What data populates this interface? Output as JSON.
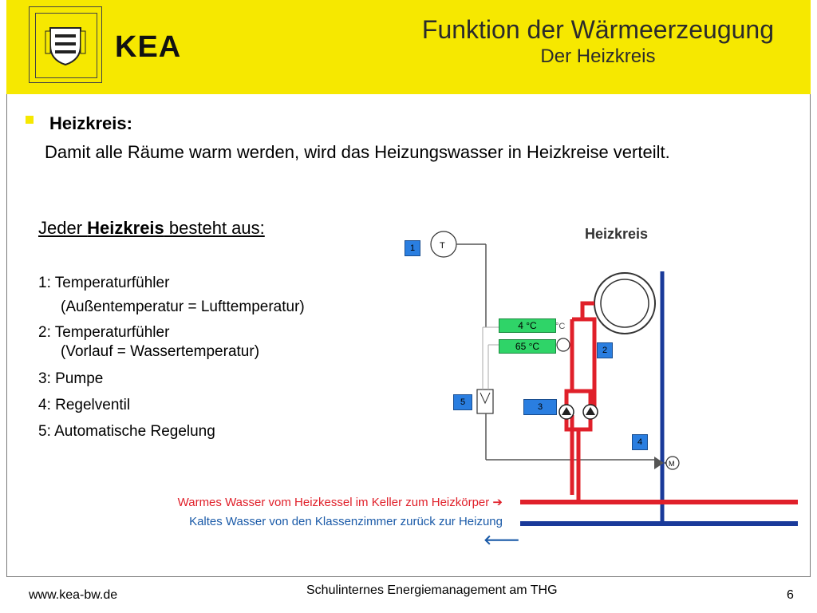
{
  "header": {
    "logo_text": "KEA",
    "title": "Funktion der Wärmeerzeugung",
    "subtitle": "Der Heizkreis"
  },
  "content": {
    "heading": "Heizkreis:",
    "intro": "Damit alle Räume warm werden, wird das Heizungswasser in Heizkreise verteilt.",
    "list_title_prefix": "Jeder ",
    "list_title_bold": "Heizkreis",
    "list_title_suffix": " besteht aus:",
    "items": [
      "1: Temperaturfühler",
      "(Außentemperatur =  Lufttemperatur)",
      "2: Temperaturfühler",
      "(Vorlauf = Wassertemperatur)",
      "3: Pumpe",
      "4: Regelventil",
      "5: Automatische Regelung"
    ]
  },
  "diagram": {
    "title": "Heizkreis",
    "sensor_label": "T",
    "num_labels": [
      "1",
      "2",
      "3",
      "4",
      "5"
    ],
    "outside_temp": "4 °C",
    "flow_temp": "65 °C",
    "unit_fragment": "°C",
    "valve_motor_label": "M"
  },
  "legend": {
    "warm": "Warmes Wasser vom Heizkessel im Keller zum Heizkörper ➔",
    "cold": "Kaltes Wasser von den Klassenzimmer zurück zur Heizung",
    "cold_arrow": "🡐"
  },
  "footer": {
    "url": "www.kea-bw.de",
    "center": "Schulinternes Energiemanagement am THG",
    "page": "6"
  },
  "colors": {
    "header_yellow": "#f6e800",
    "warm_red": "#e0202a",
    "cold_blue": "#1a3a9a",
    "num_box_blue": "#2a7ee0",
    "temp_box_green": "#2fd468"
  }
}
